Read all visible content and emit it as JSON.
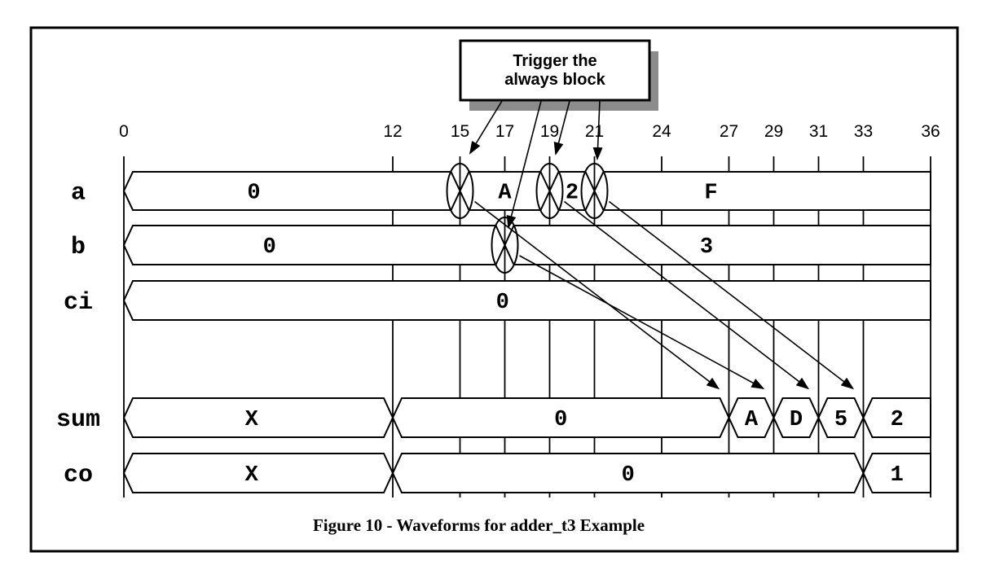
{
  "figure": {
    "caption": "Figure 10 - Waveforms for adder_t3 Example",
    "annotation_box": {
      "line1": "Trigger the",
      "line2": "always block"
    },
    "colors": {
      "ink": "#000000",
      "paper": "#ffffff",
      "shadow": "#8c8c8c"
    }
  },
  "chart_data": {
    "type": "waveform-timing-diagram",
    "title": "Figure 10 - Waveforms for adder_t3 Example",
    "time_axis": {
      "ticks": [
        0,
        12,
        15,
        17,
        19,
        21,
        24,
        27,
        29,
        31,
        33,
        36
      ],
      "range": [
        0,
        36
      ]
    },
    "signals": [
      {
        "name": "a",
        "segments": [
          {
            "value": "0",
            "start": 0,
            "end": 15,
            "label_t": 5.8
          },
          {
            "value": "A",
            "start": 15,
            "end": 19
          },
          {
            "value": "2",
            "start": 19,
            "end": 21
          },
          {
            "value": "F",
            "start": 21,
            "end": 36,
            "label_t": 26.2
          }
        ]
      },
      {
        "name": "b",
        "segments": [
          {
            "value": "0",
            "start": 0,
            "end": 17,
            "label_t": 6.5
          },
          {
            "value": "3",
            "start": 17,
            "end": 36,
            "label_t": 26.0
          }
        ]
      },
      {
        "name": "ci",
        "segments": [
          {
            "value": "0",
            "start": 0,
            "end": 36,
            "label_t": 16.9
          }
        ]
      },
      {
        "name": "sum",
        "segments": [
          {
            "value": "X",
            "start": 0,
            "end": 12,
            "label_t": 5.7
          },
          {
            "value": "0",
            "start": 12,
            "end": 27
          },
          {
            "value": "A",
            "start": 27,
            "end": 29
          },
          {
            "value": "D",
            "start": 29,
            "end": 31
          },
          {
            "value": "5",
            "start": 31,
            "end": 33
          },
          {
            "value": "2",
            "start": 33,
            "end": 36
          }
        ]
      },
      {
        "name": "co",
        "segments": [
          {
            "value": "X",
            "start": 0,
            "end": 12,
            "label_t": 5.7
          },
          {
            "value": "0",
            "start": 12,
            "end": 33
          },
          {
            "value": "1",
            "start": 33,
            "end": 36
          }
        ]
      }
    ],
    "trigger_points": [
      {
        "signal": "a",
        "time": 15
      },
      {
        "signal": "b",
        "time": 17
      },
      {
        "signal": "a",
        "time": 19
      },
      {
        "signal": "a",
        "time": 21
      }
    ],
    "result_arrows": [
      {
        "from_signal": "a",
        "from_time": 15,
        "to_signal": "sum",
        "to_time": 27
      },
      {
        "from_signal": "b",
        "from_time": 17,
        "to_signal": "sum",
        "to_time": 29
      },
      {
        "from_signal": "a",
        "from_time": 19,
        "to_signal": "sum",
        "to_time": 31
      },
      {
        "from_signal": "a",
        "from_time": 21,
        "to_signal": "sum",
        "to_time": 33
      }
    ]
  }
}
